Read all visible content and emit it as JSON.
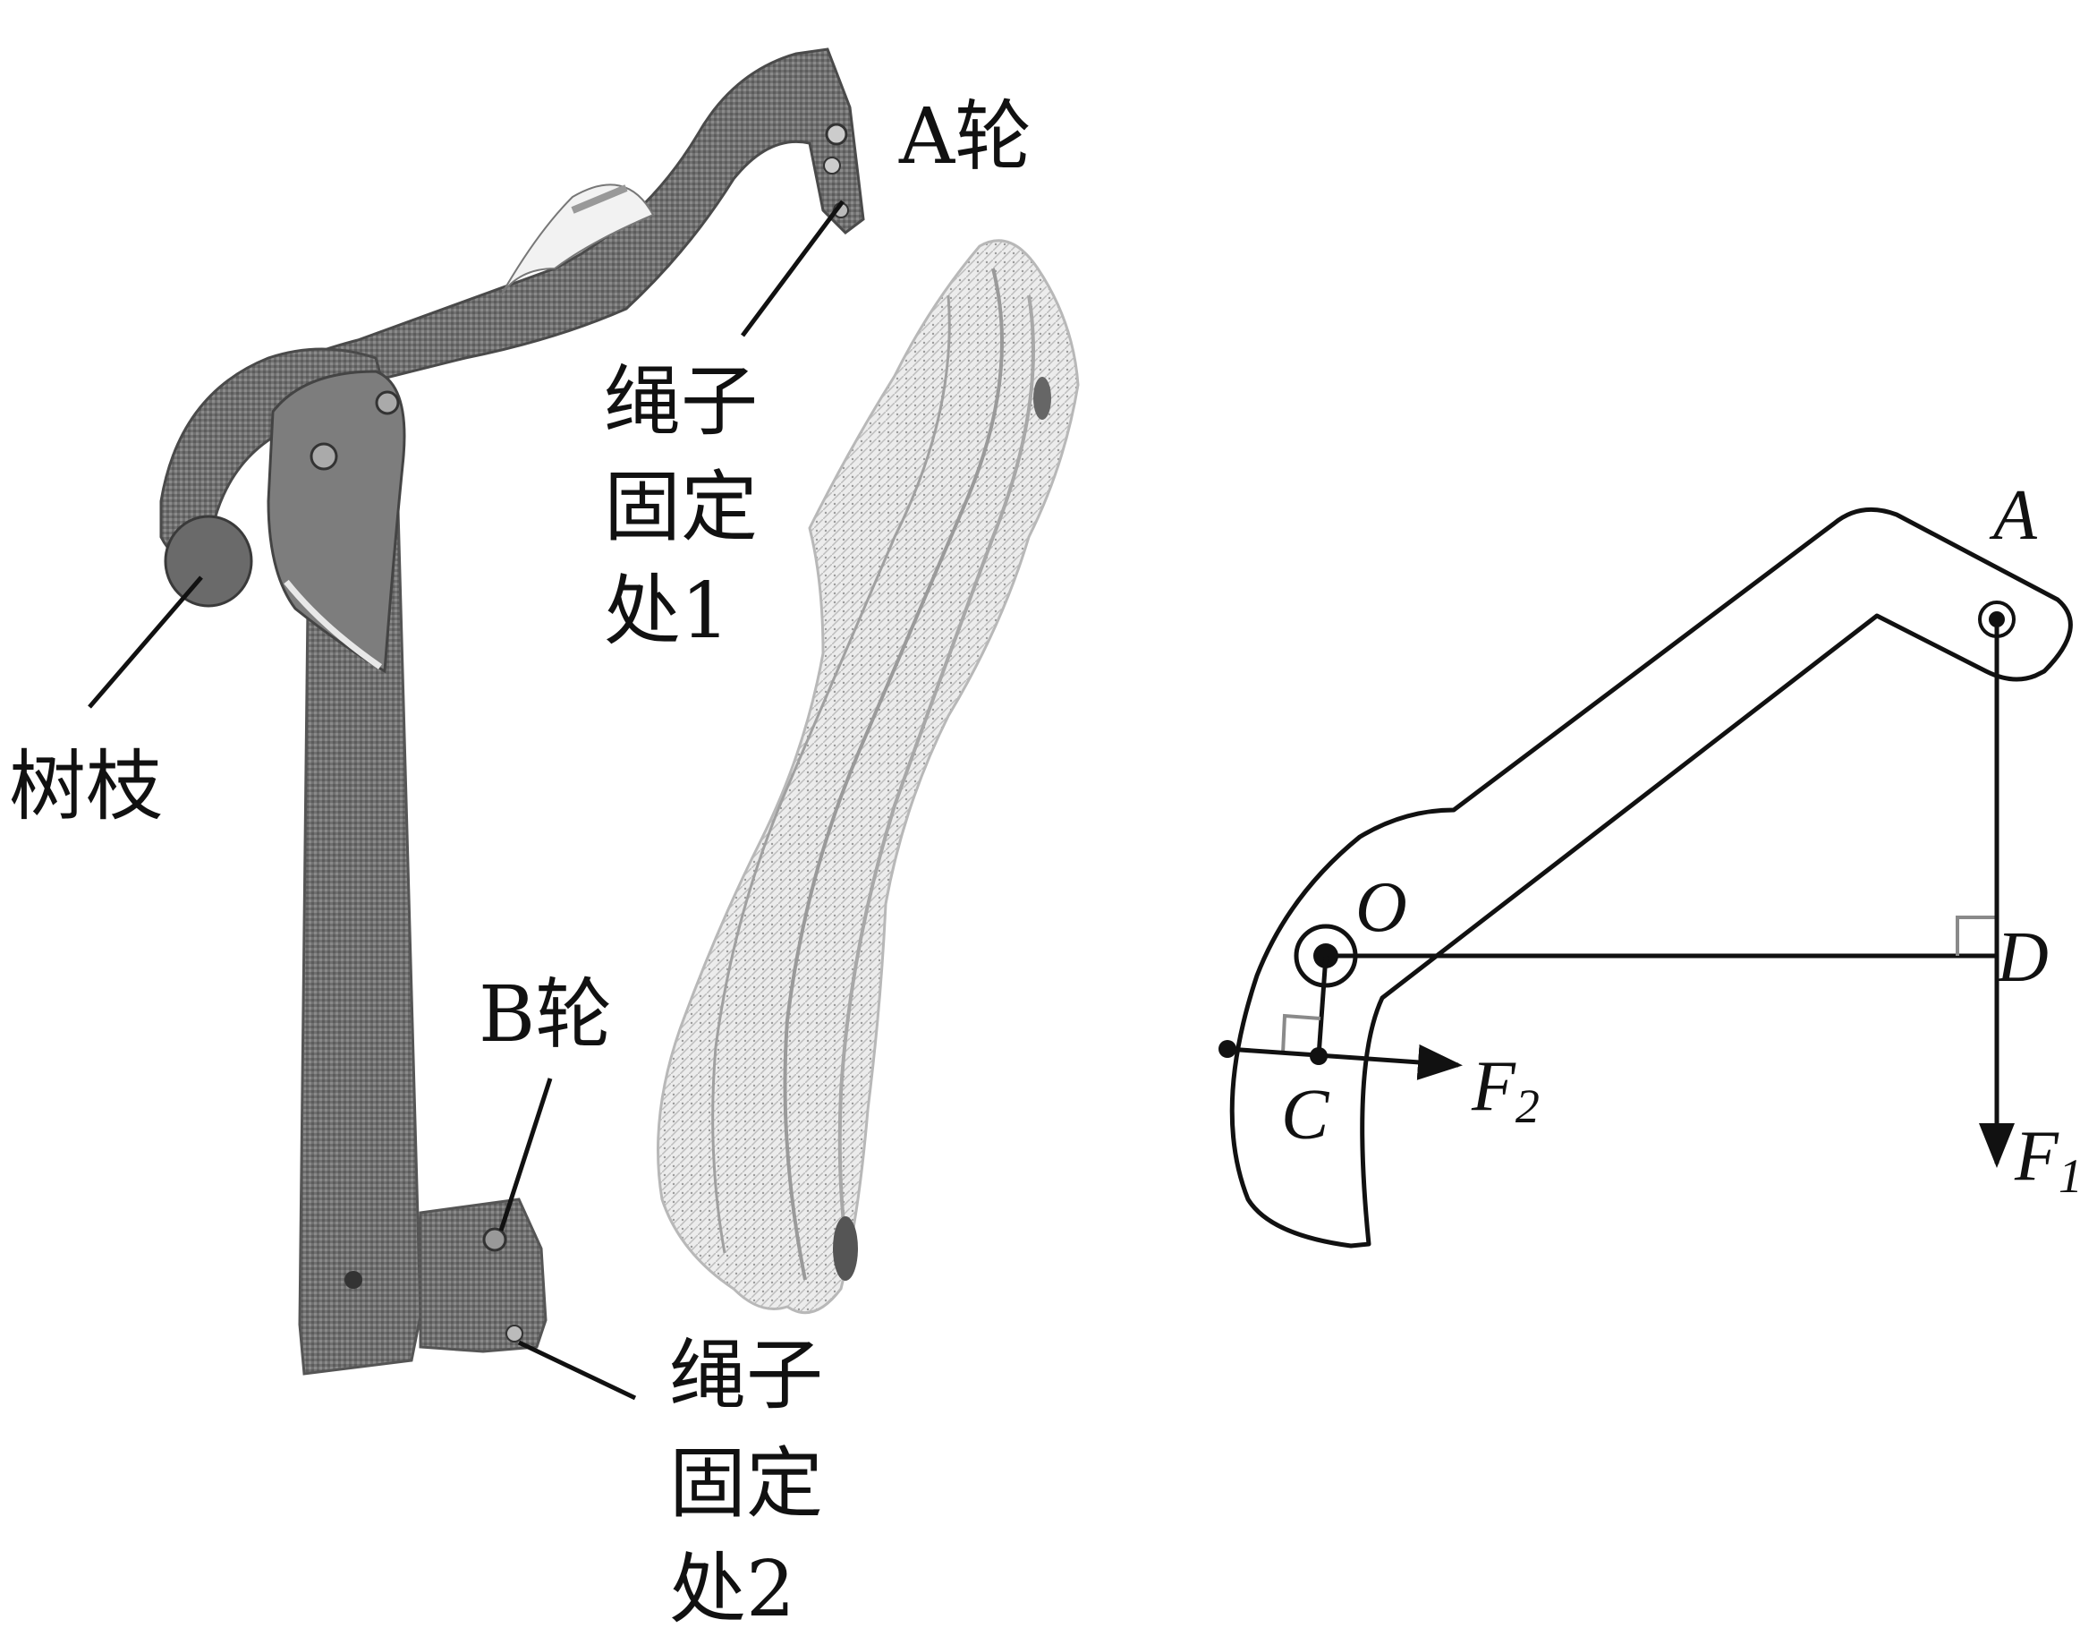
{
  "photo": {
    "label_a_wheel": "A轮",
    "label_rope_fix_1_line1": "绳子",
    "label_rope_fix_1_line2": "固定",
    "label_rope_fix_1_line3": "处1",
    "label_branch": "树枝",
    "label_b_wheel": "B轮",
    "label_rope_fix_2_line1": "绳子",
    "label_rope_fix_2_line2": "固定",
    "label_rope_fix_2_line3": "处2"
  },
  "diagram": {
    "point_a": "A",
    "point_o": "O",
    "point_d": "D",
    "point_c": "C",
    "force_1_letter": "F",
    "force_1_sub": "1",
    "force_2_letter": "F",
    "force_2_sub": "2"
  },
  "colors": {
    "tool_metal": "#6e6e6e",
    "tool_dark": "#4a4a4a",
    "rope": "#e4e4e4",
    "line": "#111111",
    "right_angle_mark": "#8a8a8a"
  }
}
